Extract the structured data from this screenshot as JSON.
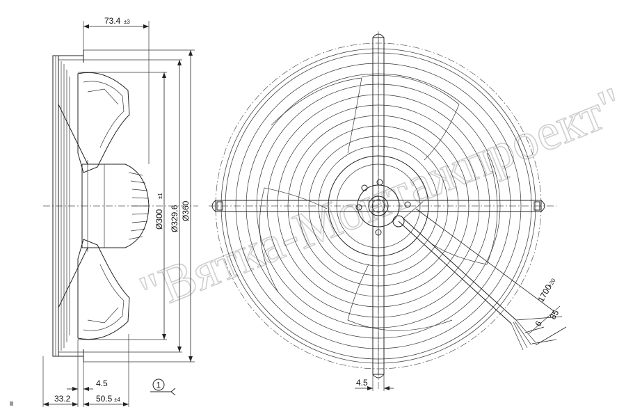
{
  "dimensions": {
    "depth_top": "73.4",
    "depth_top_tol": "±3",
    "dia_300": "Ø300",
    "dia_300_tol": "±1",
    "dia_329": "Ø329.6",
    "dia_360": "Ø360",
    "gap_left": "4.5",
    "width_bottom": "33.2",
    "motor_depth": "50.5",
    "motor_depth_tol": "±4",
    "front_gap": "4.5",
    "cable_length": "1700",
    "cable_length_tol": "+20",
    "strip_length": "85",
    "wire_strip": "6"
  },
  "view_marker": "1",
  "watermark": "\"Вятка-Монтажпроект\""
}
